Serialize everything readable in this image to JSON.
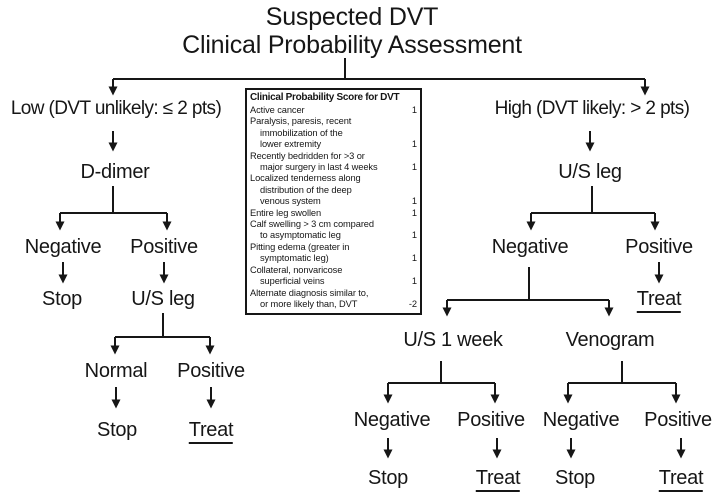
{
  "title": {
    "line1": "Suspected DVT",
    "line2": "Clinical Probability Assessment"
  },
  "score_box": {
    "title": "Clinical Probability Score for DVT",
    "items": [
      {
        "lines": [
          "Active cancer"
        ],
        "score": "1"
      },
      {
        "lines": [
          "Paralysis, paresis, recent",
          "immobilization of the",
          "lower extremity"
        ],
        "score": "1"
      },
      {
        "lines": [
          "Recently bedridden for >3 or",
          "major surgery in last 4 weeks"
        ],
        "score": "1"
      },
      {
        "lines": [
          "Localized tenderness along",
          "distribution of the deep",
          "venous system"
        ],
        "score": "1"
      },
      {
        "lines": [
          "Entire leg swollen"
        ],
        "score": "1"
      },
      {
        "lines": [
          "Calf swelling > 3 cm compared",
          "to asymptomatic leg"
        ],
        "score": "1"
      },
      {
        "lines": [
          "Pitting edema (greater in",
          "symptomatic leg)"
        ],
        "score": "1"
      },
      {
        "lines": [
          "Collateral, nonvaricose",
          "superficial veins"
        ],
        "score": "1"
      },
      {
        "lines": [
          "Alternate diagnosis similar to,",
          "or more likely than, DVT"
        ],
        "score": "-2"
      }
    ]
  },
  "nodes": {
    "low_header": "Low (DVT unlikely: ≤ 2 pts)",
    "high_header": "High (DVT likely: > 2 pts)",
    "d_dimer": "D-dimer",
    "dd_negative": "Negative",
    "dd_positive": "Positive",
    "dd_stop": "Stop",
    "us_leg_low": "U/S leg",
    "us_normal": "Normal",
    "us_positive": "Positive",
    "us_stop": "Stop",
    "us_treat": "Treat",
    "us_leg_high": "U/S leg",
    "ush_negative": "Negative",
    "ush_positive": "Positive",
    "ush_treat": "Treat",
    "us_1week": "U/S 1 week",
    "venogram": "Venogram",
    "usw_negative": "Negative",
    "usw_positive": "Positive",
    "usw_stop": "Stop",
    "usw_treat": "Treat",
    "ven_negative": "Negative",
    "ven_positive": "Positive",
    "ven_stop": "Stop",
    "ven_treat": "Treat"
  }
}
